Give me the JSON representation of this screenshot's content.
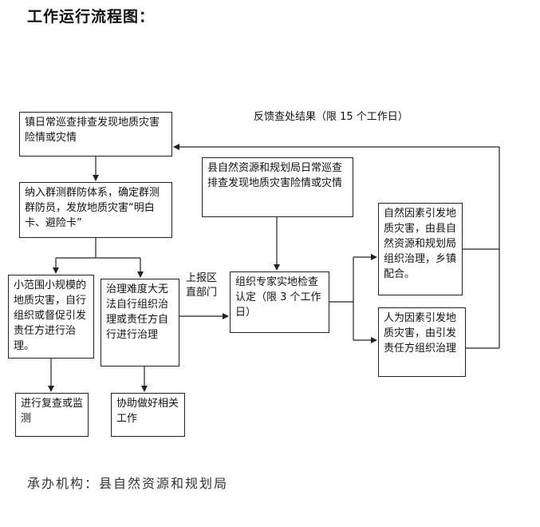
{
  "title": "工作运行流程图：",
  "boxes": {
    "town_patrol": "镇日常巡查排查发现地质灾害险情或灾情",
    "mass_prevention": "纳入群测群防体系，确定群测群防员，发放地质灾害“明白卡、避险卡”",
    "small_scale": "小范围小规模的地质灾害，自行组织或督促引发责任方进行治理。",
    "difficult": "治理难度大无法自行组织治理或责任方自行进行治理",
    "county_patrol": "县自然资源和规划局日常巡查排查发现地质灾害险情或灾情",
    "expert_check": "组织专家实地检查认定（限 3 个工作日）",
    "natural_cause": "自然因素引发地质灾害，由县自然资源和规划局组织治理，乡镇配合。",
    "human_cause": "人为因素引发地质灾害，由引发责任方组织治理",
    "review": "进行复查或监测",
    "assist": "协助做好相关工作"
  },
  "labels": {
    "feedback": "反馈查处结果（限 15 个工作日）",
    "report": "上报区直部门"
  },
  "footer": "承办机构：县自然资源和规划局"
}
